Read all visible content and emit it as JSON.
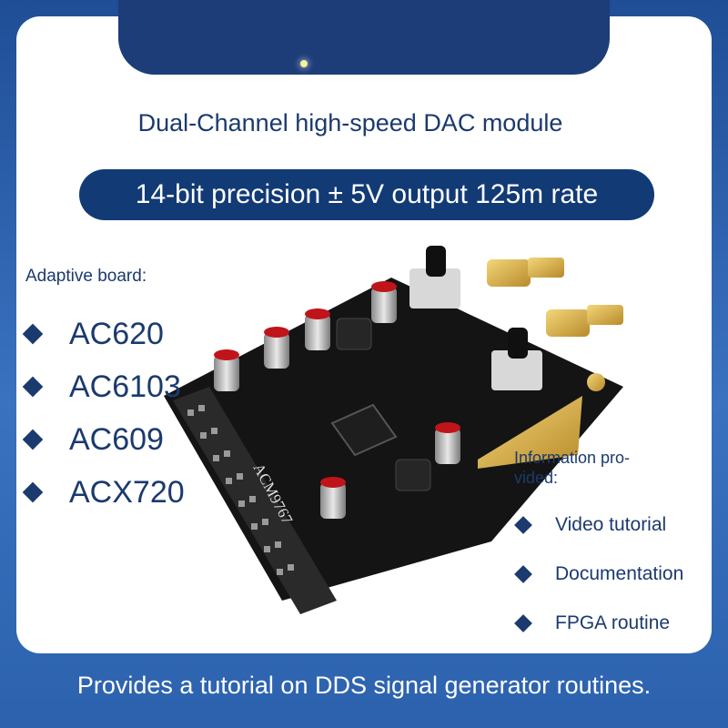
{
  "title": "Dual-Channel high-speed DAC module",
  "headline": "14-bit precision ± 5V output 125m rate",
  "adaptive": {
    "label": "Adaptive board:",
    "boards": [
      "AC620",
      "AC6103",
      "AC609",
      "ACX720"
    ]
  },
  "info": {
    "label_line1": "Information pro-",
    "label_line2": "vided:",
    "items": [
      "Video tutorial",
      "Documentation",
      "FPGA routine"
    ]
  },
  "board_silkscreen": "ACM9767",
  "footer": "Provides a tutorial on DDS signal generator routines.",
  "colors": {
    "navy": "#1b3a6e",
    "pill": "#123a75",
    "background_blue": "#2a5fa8",
    "pcb": "#141414"
  },
  "icons": [
    "diamond-bullet-icon"
  ]
}
